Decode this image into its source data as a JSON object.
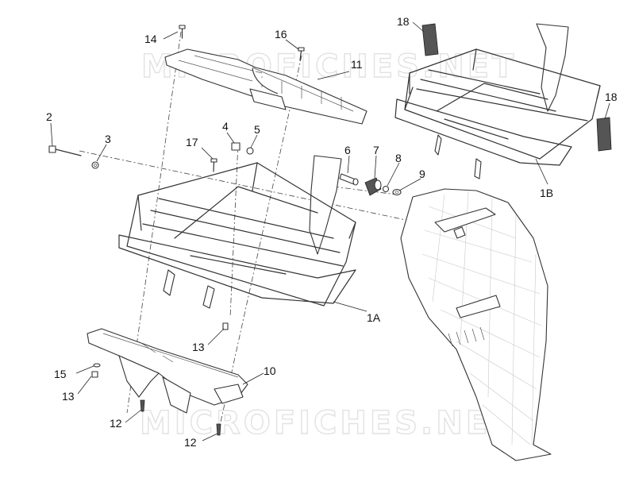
{
  "watermark": "MICROFICHES.NET",
  "callouts": {
    "c14": "14",
    "c16": "16",
    "c11": "11",
    "c18a": "18",
    "c18b": "18",
    "c2": "2",
    "c3": "3",
    "c4": "4",
    "c5": "5",
    "c17": "17",
    "c6": "6",
    "c7": "7",
    "c8": "8",
    "c9": "9",
    "c1b": "1B",
    "c1a": "1A",
    "c13a": "13",
    "c15": "15",
    "c13b": "13",
    "c10": "10",
    "c12a": "12",
    "c12b": "12"
  }
}
